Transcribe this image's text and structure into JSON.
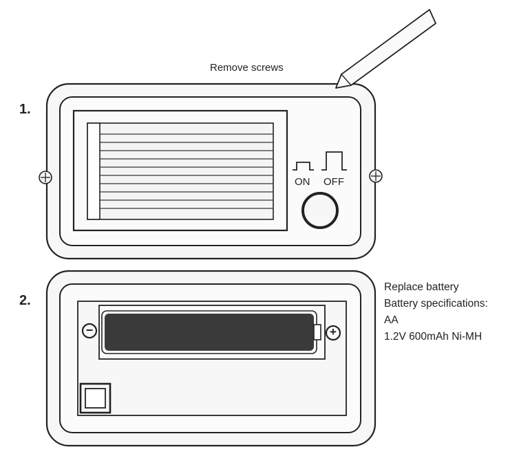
{
  "step1": {
    "number": "1.",
    "caption": "Remove screws",
    "switch_on": "ON",
    "switch_off": "OFF"
  },
  "step2": {
    "number": "2.",
    "caption_lines": [
      "Replace battery",
      "Battery specifications:",
      "AA",
      "1.2V 600mAh Ni-MH"
    ],
    "minus_symbol": "−",
    "plus_symbol": "+"
  }
}
